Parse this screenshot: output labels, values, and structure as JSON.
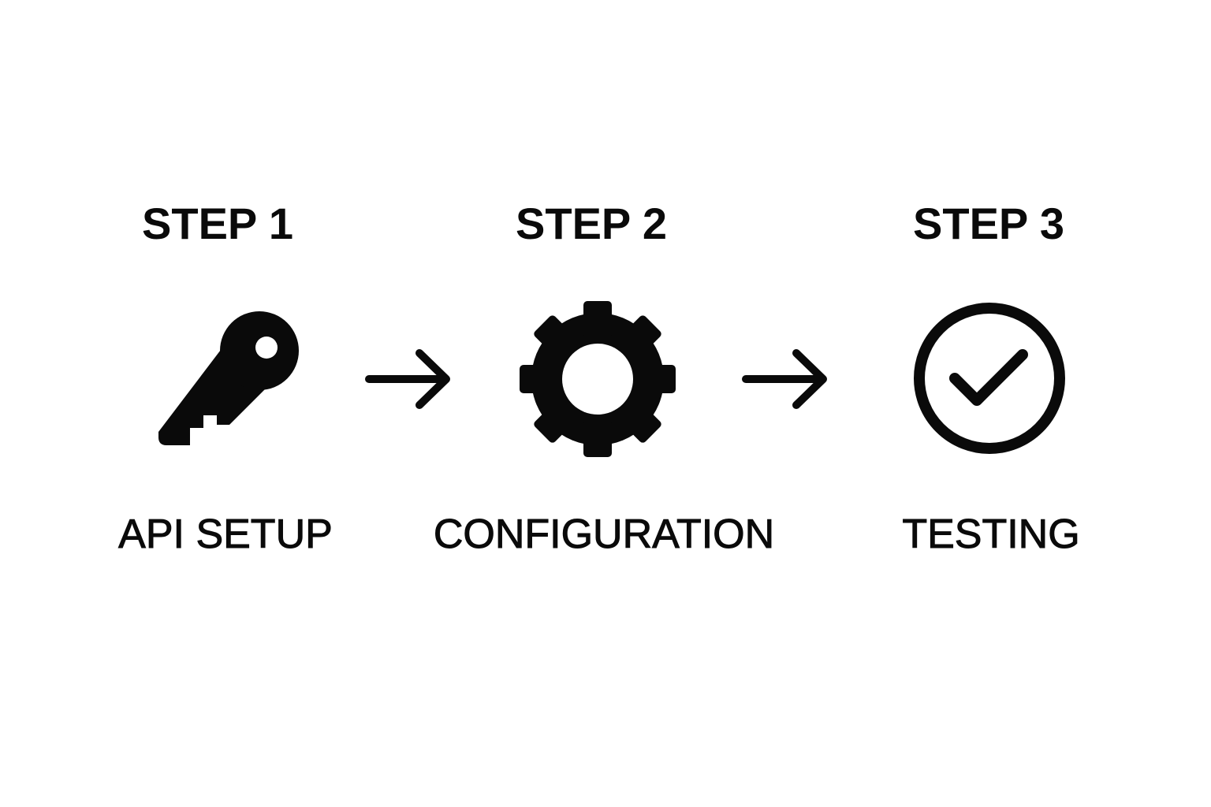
{
  "steps": [
    {
      "title": "STEP 1",
      "label": "API SETUP",
      "icon": "key-icon"
    },
    {
      "title": "STEP 2",
      "label": "CONFIGURATION",
      "icon": "gear-icon"
    },
    {
      "title": "STEP 3",
      "label": "TESTING",
      "icon": "check-circle-icon"
    }
  ],
  "connectors": [
    "arrow-right-icon",
    "arrow-right-icon"
  ],
  "colors": {
    "ink": "#0a0a0a",
    "background": "#ffffff"
  }
}
